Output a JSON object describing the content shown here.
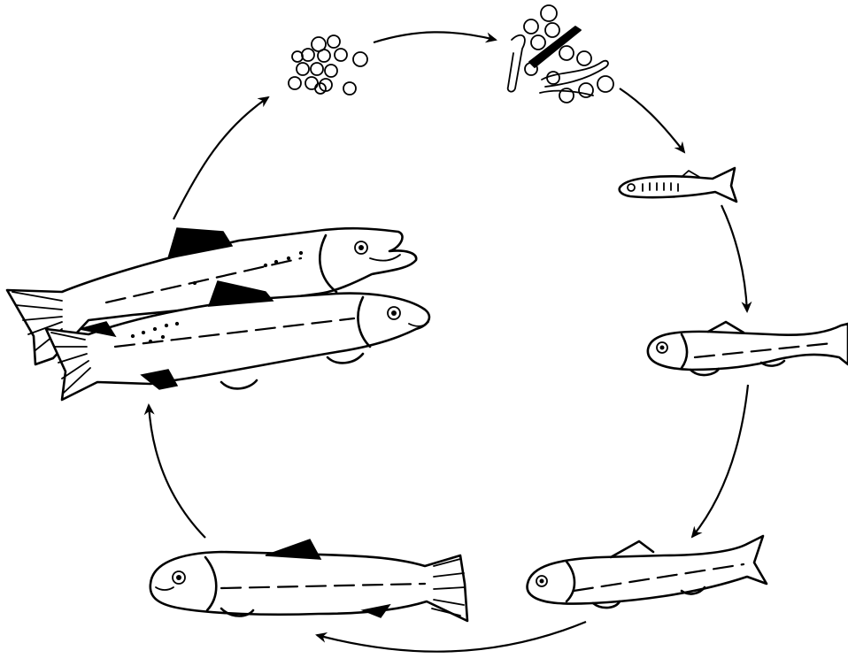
{
  "diagram": {
    "type": "cycle",
    "stages": [
      {
        "id": "eggs",
        "icon": "egg-cluster-icon"
      },
      {
        "id": "alevins",
        "icon": "hatching-alevin-icon"
      },
      {
        "id": "fry",
        "icon": "fry-icon"
      },
      {
        "id": "parr",
        "icon": "parr-fish-icon"
      },
      {
        "id": "smolt",
        "icon": "smolt-fish-icon"
      },
      {
        "id": "ocean-adult",
        "icon": "adult-fish-icon"
      },
      {
        "id": "spawning-adults",
        "icon": "spawning-salmon-pair-icon"
      }
    ],
    "colors": {
      "ink": "#000000",
      "paper": "#ffffff"
    }
  }
}
